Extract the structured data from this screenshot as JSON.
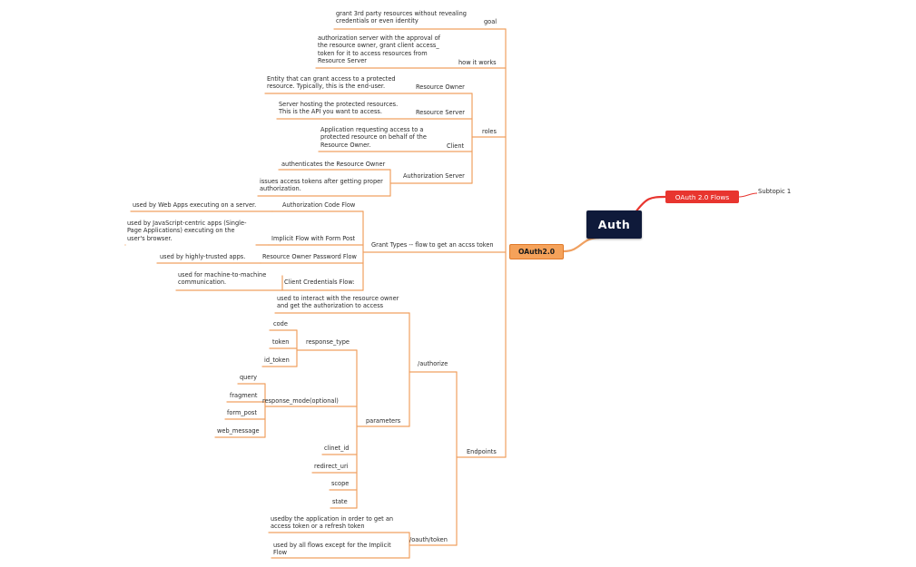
{
  "colors": {
    "branch": "#f0a060",
    "red_branch": "#e8352f",
    "central_bg": "#0f1a3a",
    "oauth2_bg": "#f5a25a"
  },
  "central": {
    "label": "Auth"
  },
  "oauth_flows": {
    "label": "OAuth 2.0 Flows",
    "subtopic": "Subtopic 1"
  },
  "oauth2": {
    "label": "OAuth2.0",
    "goal": {
      "label": "goal",
      "note": "grant 3rd party resources without revealing credentials or even identity"
    },
    "how": {
      "label": "how it works",
      "note": "authorization server with the approval of the resource owner, grant client access_ token for it to access resources from Resource Server"
    },
    "roles": {
      "label": "roles",
      "resource_owner": {
        "label": "Resource Owner",
        "note": "Entity that can grant access to a protected resource. Typically, this is the end-user."
      },
      "resource_server": {
        "label": "Resource Server",
        "note": "Server hosting the protected resources. This is the API you want to access."
      },
      "client": {
        "label": "Client",
        "note": "Application requesting access to a protected resource on behalf of the Resource Owner."
      },
      "auth_server": {
        "label": "Authorization Server",
        "note1": "authenticates the Resource Owner",
        "note2": "issues access tokens after getting proper authorization."
      }
    },
    "grants": {
      "label": "Grant Types -- flow to get an accss token",
      "code": {
        "label": "Authorization Code Flow",
        "note": "used by Web Apps executing on a server."
      },
      "implicit": {
        "label": "Implicit Flow with Form Post",
        "note": "used by JavaScript-centric apps (Single-Page Applications) executing on the user's browser."
      },
      "password": {
        "label": "Resource Owner Password Flow",
        "note": "used by highly-trusted apps."
      },
      "client_cred": {
        "label": "Client Credentials Flow:",
        "note": "used for machine-to-machine communication."
      }
    },
    "endpoints": {
      "label": "Endpoints",
      "authorize": {
        "label": "/authorize",
        "note": "used to interact with the resource owner and get the authorization to access",
        "parameters": {
          "label": "parameters",
          "response_type": {
            "label": "response_type",
            "values": [
              "code",
              "token",
              "id_token"
            ]
          },
          "response_mode": {
            "label": "response_mode(optional)",
            "values": [
              "query",
              "fragment",
              "form_post",
              "web_message"
            ]
          },
          "others": [
            "clinet_id",
            "redirect_uri",
            "scope",
            "state"
          ]
        }
      },
      "token": {
        "label": "/oauth/token",
        "note1": "usedby the application in order to get an access token or a refresh token",
        "note2": "used by all flows except for the Implicit Flow"
      }
    }
  }
}
